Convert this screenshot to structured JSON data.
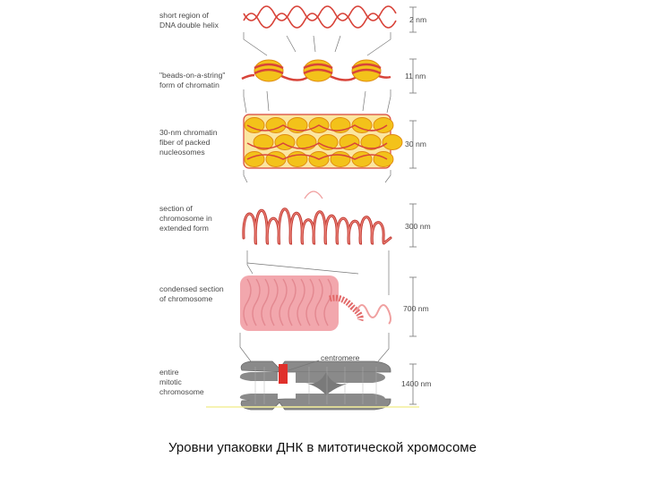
{
  "levels": [
    {
      "label_lines": [
        "short region of",
        "DNA double helix"
      ],
      "size": "2 nm"
    },
    {
      "label_lines": [
        "\"beads-on-a-string\"",
        "form of chromatin"
      ],
      "size": "11 nm"
    },
    {
      "label_lines": [
        "30-nm chromatin",
        "fiber of packed",
        "nucleosomes"
      ],
      "size": "30 nm"
    },
    {
      "label_lines": [
        "section of",
        "chromosome in",
        "extended form"
      ],
      "size": "300 nm"
    },
    {
      "label_lines": [
        "condensed section",
        "of chromosome"
      ],
      "size": "700 nm"
    },
    {
      "label_lines": [
        "entire",
        "mitotic",
        "chromosome"
      ],
      "size": "1400 nm"
    }
  ],
  "centromere_label": "centromere",
  "caption": "Уровни упаковки ДНК в митотической хромосоме",
  "colors": {
    "dna": "#d8443a",
    "nucleosome": "#f3c21a",
    "nucleosome_edge": "#e08a10",
    "condensed": "#f2a7ad",
    "chromosome": "#8a8a8a",
    "centromere": "#e0302b",
    "guide": "#777777",
    "baseline": "#f4ef9a"
  }
}
